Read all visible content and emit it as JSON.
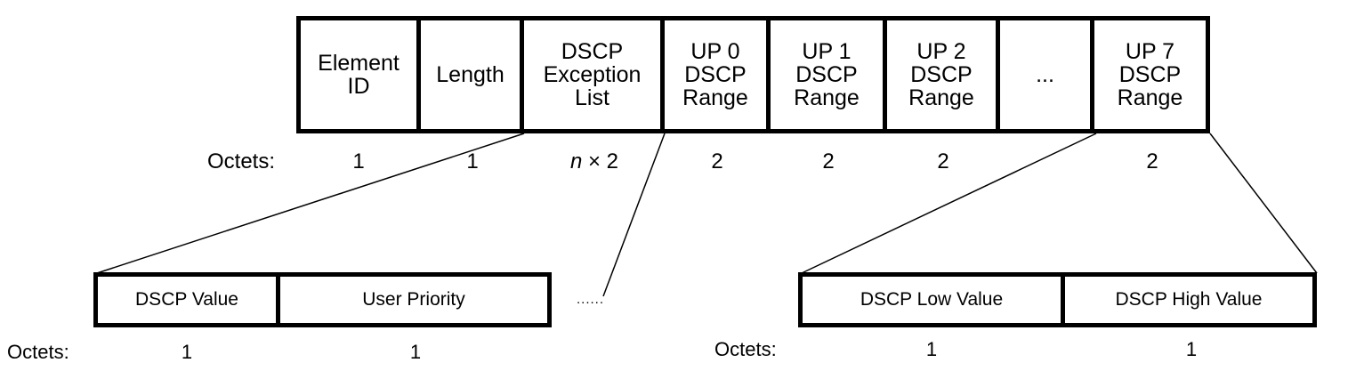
{
  "colors": {
    "ink": "#000000",
    "background": "#ffffff"
  },
  "element_format": {
    "octets_label": "Octets:",
    "fields": [
      {
        "label": "Element\nID",
        "octets": "1"
      },
      {
        "label": "Length",
        "octets": "1"
      },
      {
        "label": "DSCP\nException\nList",
        "octets_italic": "n",
        "octets": " × 2"
      },
      {
        "label": "UP 0\nDSCP\nRange",
        "octets": "2"
      },
      {
        "label": "UP 1\nDSCP\nRange",
        "octets": "2"
      },
      {
        "label": "UP 2\nDSCP\nRange",
        "octets": "2"
      },
      {
        "label": "...",
        "octets": ""
      },
      {
        "label": "UP 7\nDSCP\nRange",
        "octets": "2"
      }
    ]
  },
  "dscp_exception_detail": {
    "octets_label": "Octets:",
    "fields": [
      {
        "label": "DSCP Value",
        "octets": "1"
      },
      {
        "label": "User Priority",
        "octets": "1"
      }
    ],
    "ellipsis": "......"
  },
  "up_dscp_range_detail": {
    "octets_label": "Octets:",
    "fields": [
      {
        "label": "DSCP Low Value",
        "octets": "1"
      },
      {
        "label": "DSCP High Value",
        "octets": "1"
      }
    ]
  }
}
